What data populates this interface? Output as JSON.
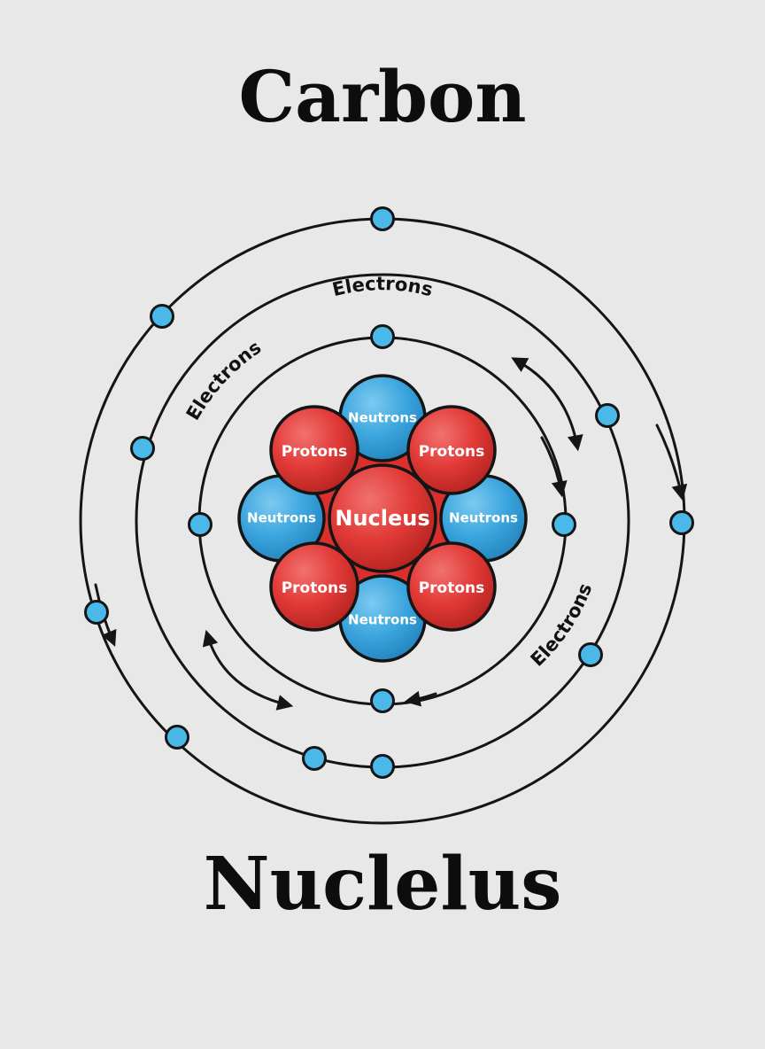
{
  "header": {
    "title": "Carbon"
  },
  "footer": {
    "caption": "Nuclelus"
  },
  "colors": {
    "background": "#e8e8e8",
    "proton": "#e23a37",
    "neutron": "#3ca6de",
    "electron": "#4bb8ea",
    "outline": "#151515"
  },
  "orbit_labels": {
    "top": "Electrons",
    "left": "Electrons",
    "right": "Electrons"
  },
  "nucleus": {
    "center_label": "Nucleus",
    "neutron_top": "Neutrons",
    "proton_top_left": "Protons",
    "proton_top_right": "Protons",
    "neutron_left": "Neutrons",
    "neutron_right": "Neutrons",
    "proton_bottom_left": "Protons",
    "proton_bottom_right": "Protons",
    "neutron_bottom": "Neutrons"
  }
}
